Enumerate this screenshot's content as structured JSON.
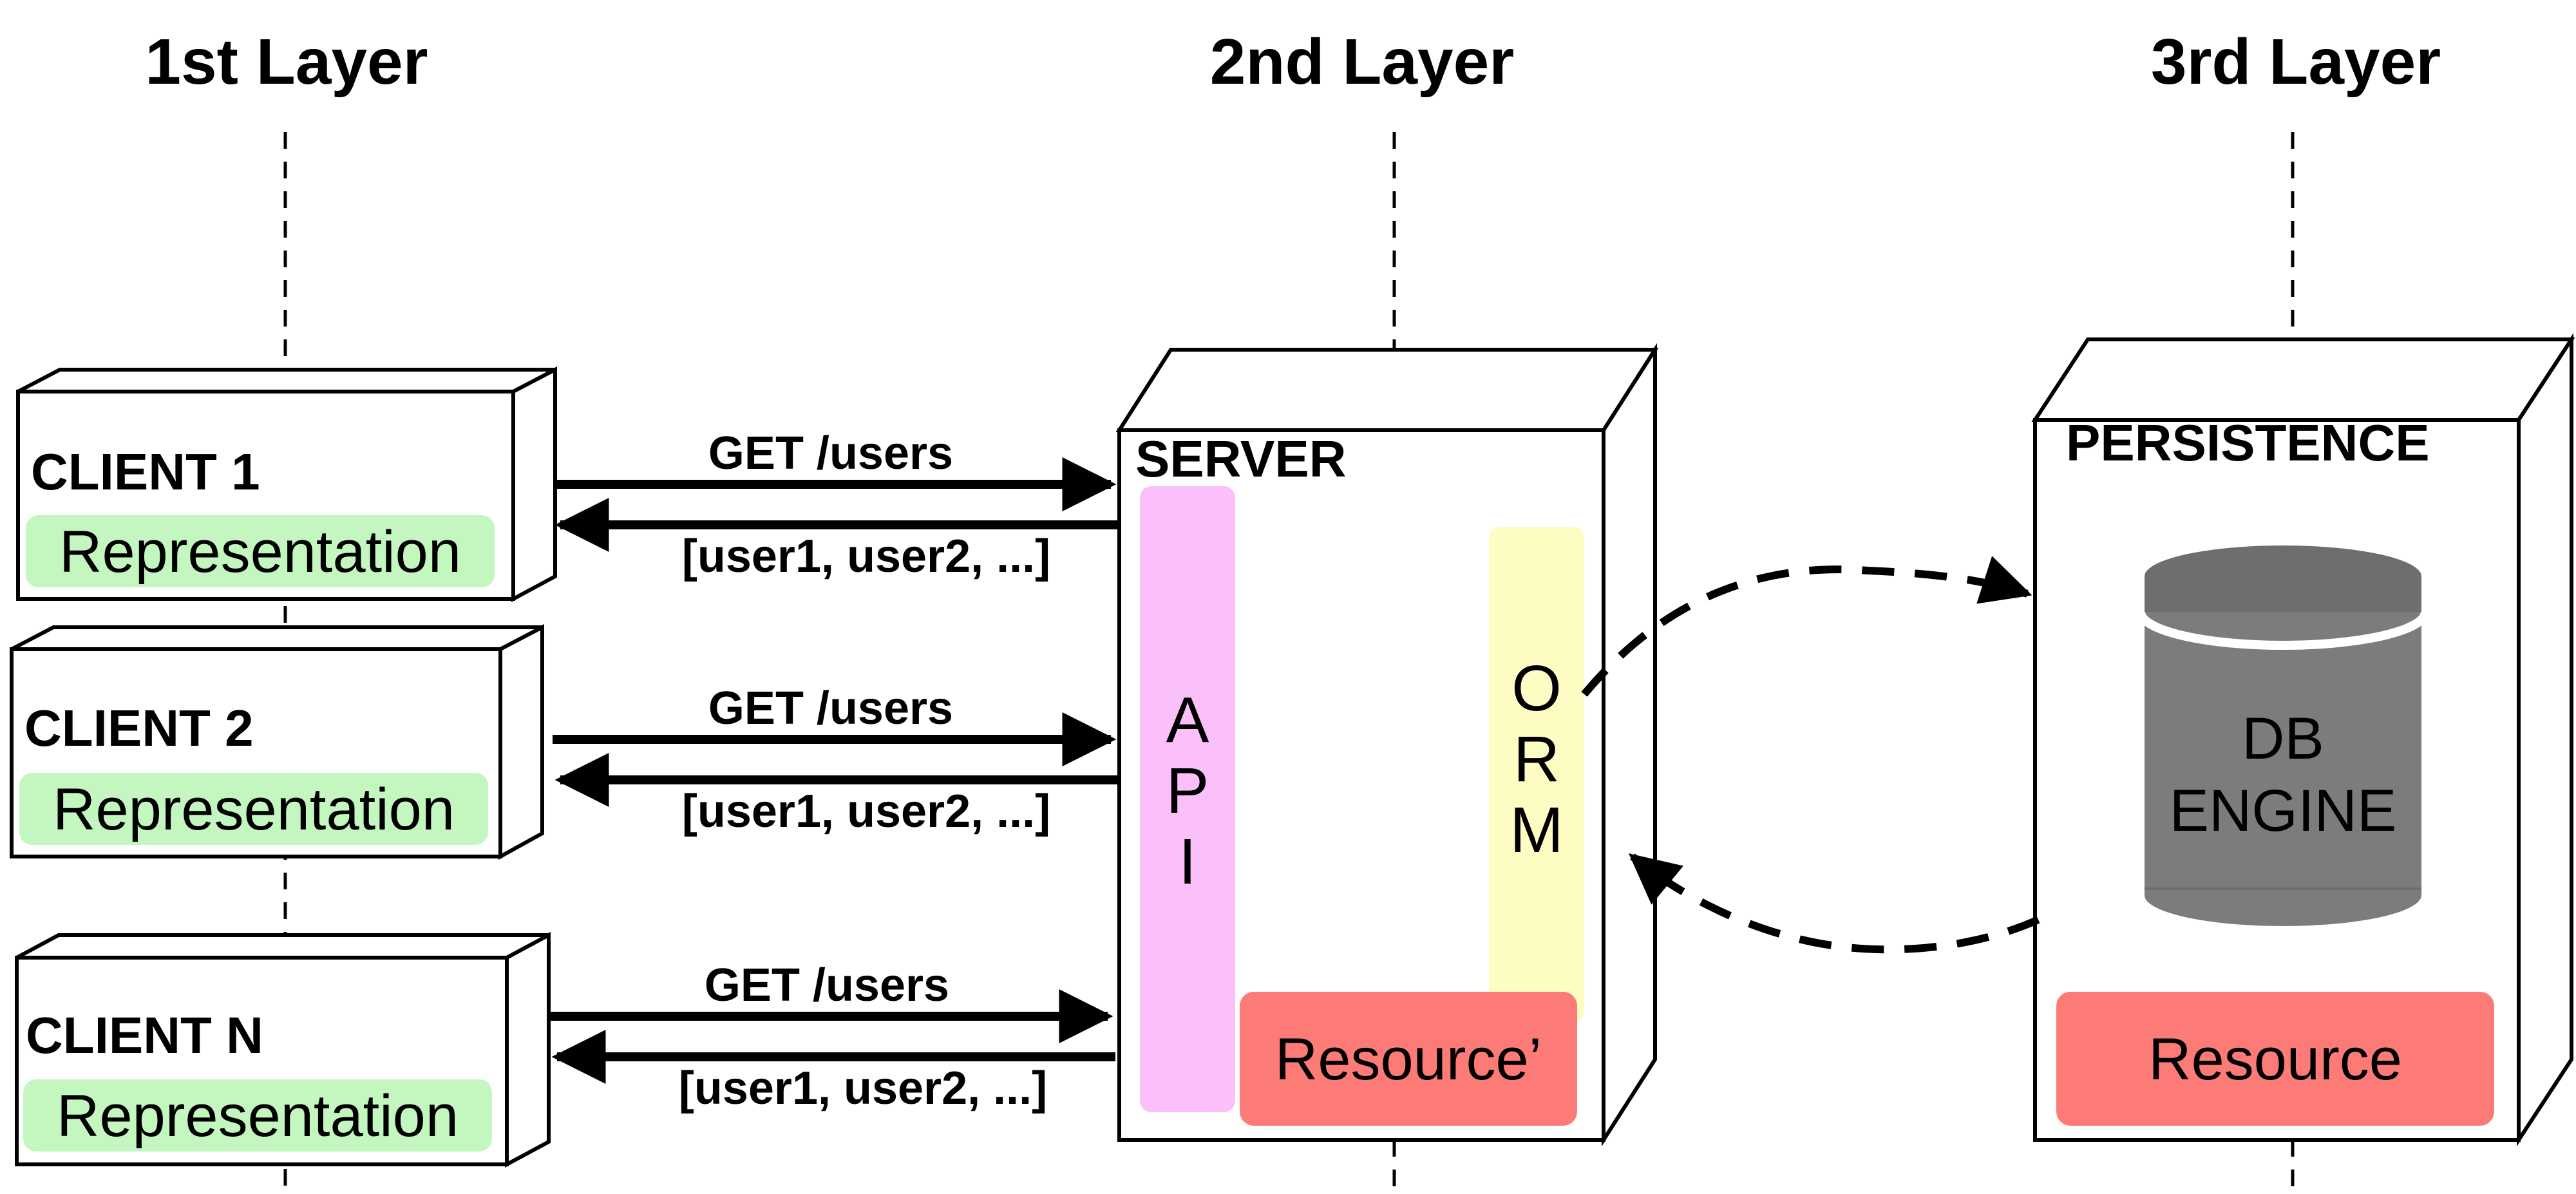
{
  "layers": [
    "1st Layer",
    "2nd Layer",
    "3rd Layer"
  ],
  "clients": [
    {
      "title": "CLIENT 1",
      "representation": "Representation"
    },
    {
      "title": "CLIENT 2",
      "representation": "Representation"
    },
    {
      "title": "CLIENT N",
      "representation": "Representation"
    }
  ],
  "messages": [
    {
      "request": "GET /users",
      "response": "[user1, user2, ...]"
    },
    {
      "request": "GET /users",
      "response": "[user1, user2, ...]"
    },
    {
      "request": "GET /users",
      "response": "[user1, user2, ...]"
    }
  ],
  "server": {
    "title": "SERVER",
    "api_letters": [
      "A",
      "P",
      "I"
    ],
    "orm_letters": [
      "O",
      "R",
      "M"
    ],
    "resource": "Resource’"
  },
  "persistence": {
    "title": "PERSISTENCE",
    "db_lines": [
      "DB",
      "ENGINE"
    ],
    "resource": "Resource"
  },
  "colors": {
    "representation": "#c4f7c0",
    "api": "#fbbff9",
    "orm": "#fdfdc3",
    "resource": "#fc7b77",
    "db_body": "#7c7c7c",
    "db_top": "#6e6e6e"
  }
}
